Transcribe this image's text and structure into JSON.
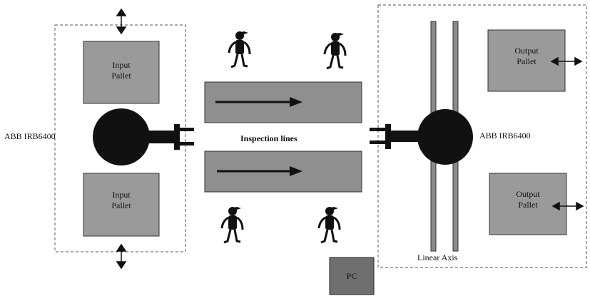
{
  "colors": {
    "pallet_fill": "#9a9a9a",
    "line_fill": "#8f8f8f",
    "robot_fill": "#111111",
    "pc_fill": "#6f6f6f",
    "rail_fill": "#8a8a8a",
    "zone_border": "#555555"
  },
  "cell_left": {
    "robot_label": "ABB IRB6400",
    "pallet_top": {
      "line1": "Input",
      "line2": "Pallet"
    },
    "pallet_bottom": {
      "line1": "Input",
      "line2": "Pallet"
    }
  },
  "middle": {
    "inspection_label": "Inspection lines"
  },
  "cell_right": {
    "robot_label": "ABB IRB6400",
    "pallet_top": {
      "line1": "Output",
      "line2": "Pallet"
    },
    "pallet_bottom": {
      "line1": "Output",
      "line2": "Pallet"
    },
    "axis_label": "Linear Axis"
  },
  "pc": {
    "label": "PC"
  },
  "icons": [
    "operator-figure-icon",
    "double-arrow-icon",
    "flow-arrow-icon",
    "gripper-icon"
  ]
}
